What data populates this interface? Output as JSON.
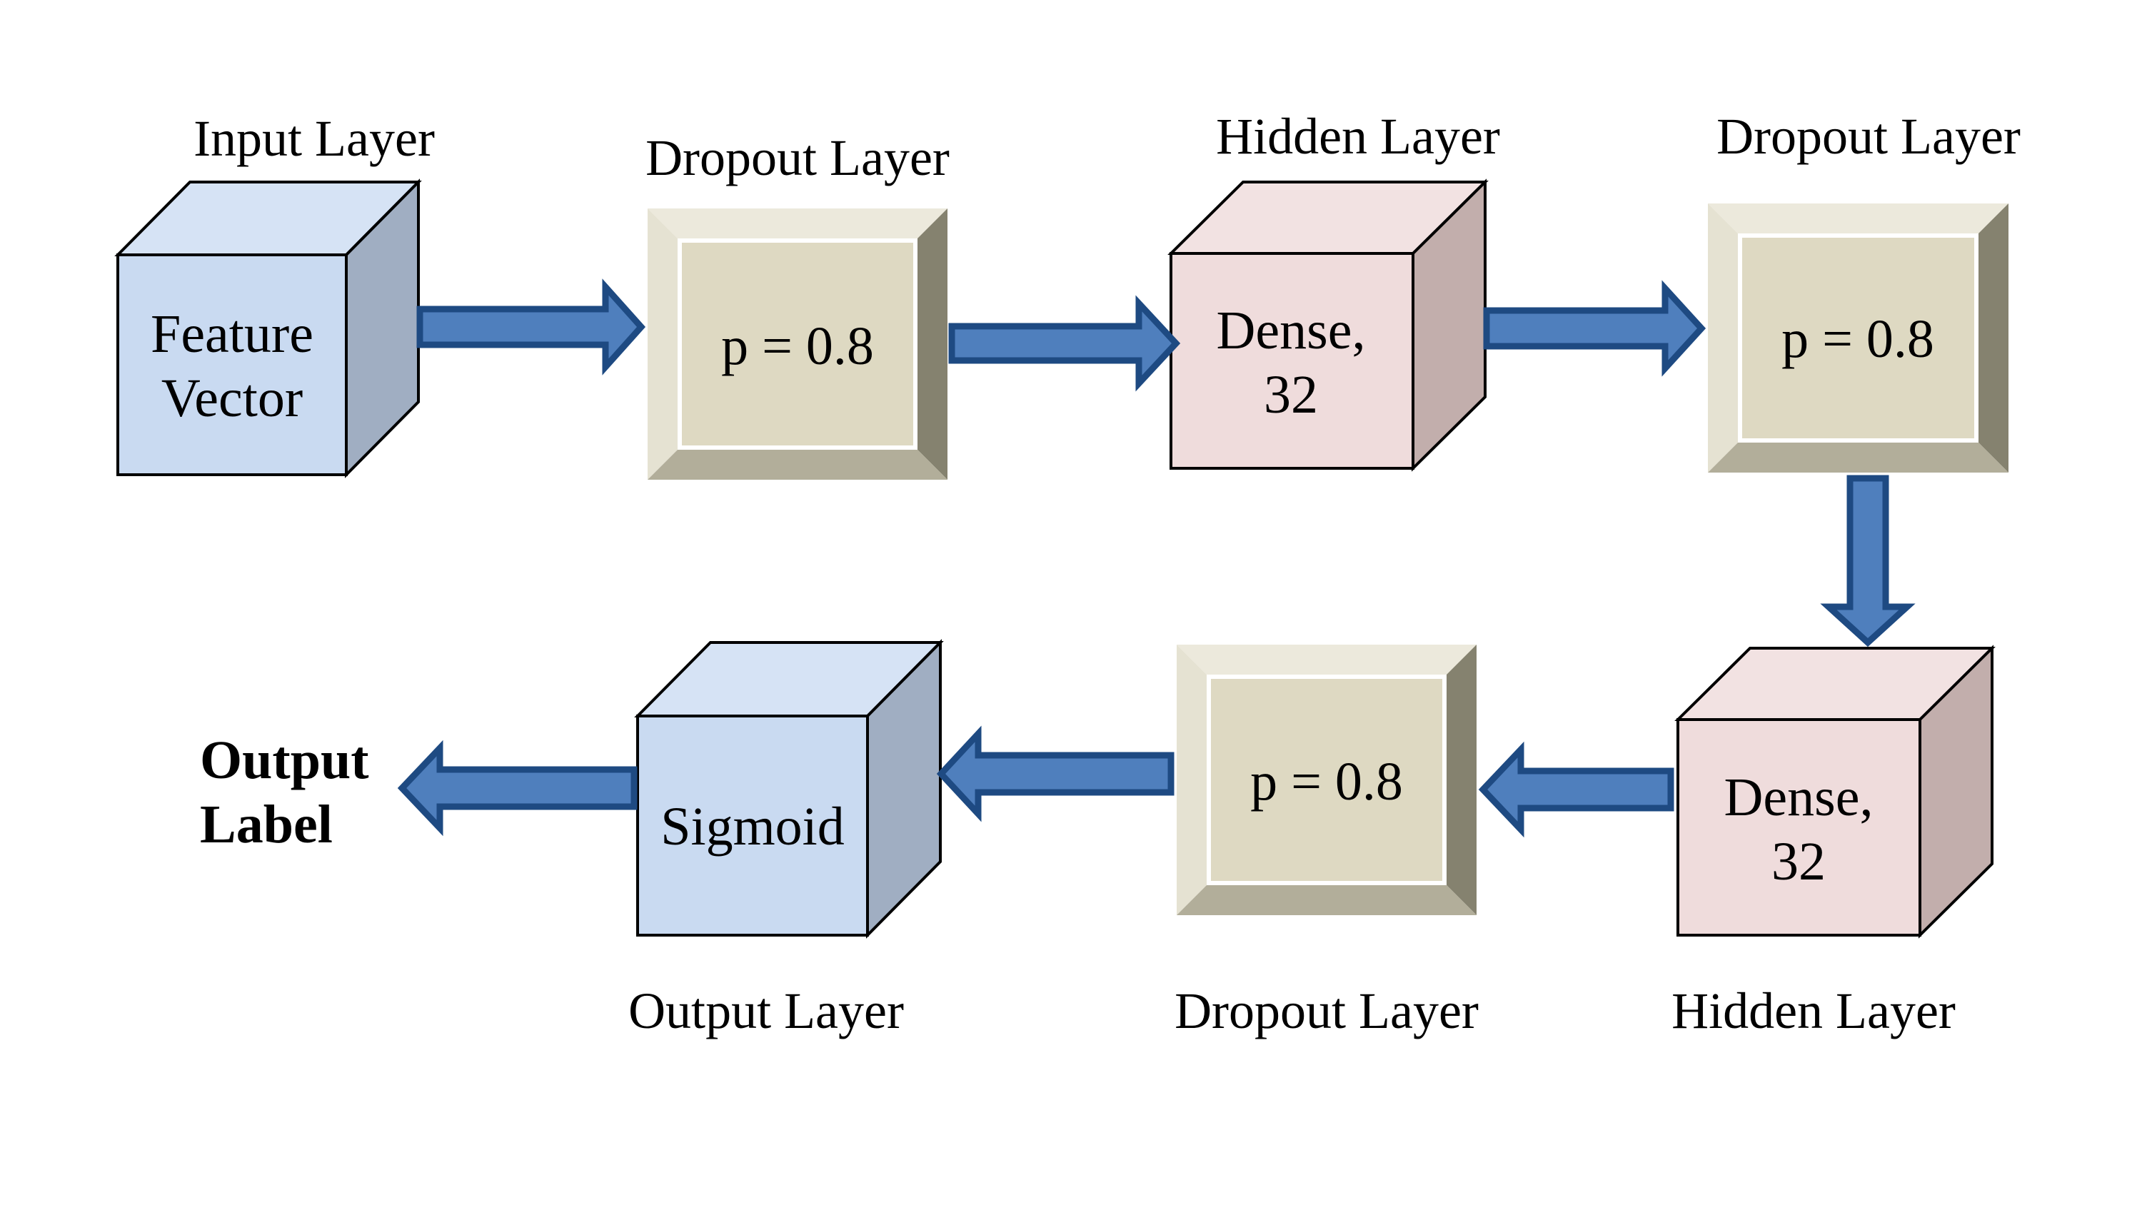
{
  "captions": {
    "input_layer": "Input Layer",
    "dropout_1": "Dropout Layer",
    "hidden_1": "Hidden Layer",
    "dropout_2": "Dropout Layer",
    "hidden_2": "Hidden Layer",
    "dropout_3": "Dropout Layer",
    "output_layer": "Output Layer"
  },
  "blocks": {
    "input_line1": "Feature",
    "input_line2": "Vector",
    "dropout_1": "p = 0.8",
    "hidden_1_line1": "Dense,",
    "hidden_1_line2": "32",
    "dropout_2": "p = 0.8",
    "hidden_2_line1": "Dense,",
    "hidden_2_line2": "32",
    "dropout_3": "p = 0.8",
    "output": "Sigmoid"
  },
  "output_label": {
    "line1": "Output",
    "line2": "Label"
  },
  "colors": {
    "input_cube_front": "#c9daf1",
    "input_cube_top": "#d6e3f5",
    "input_cube_side": "#a0aec2",
    "hidden_cube_front": "#efdcdc",
    "hidden_cube_top": "#f2e2e2",
    "hidden_cube_side": "#c2aeac",
    "dropout_face": "#ded9c2",
    "dropout_bevel_light": "#ece9dc",
    "dropout_bevel_dark": "#b2ae9a",
    "dropout_bevel_side": "#85826f",
    "arrow_fill": "#4f7fbd",
    "arrow_stroke": "#1e4a82"
  }
}
